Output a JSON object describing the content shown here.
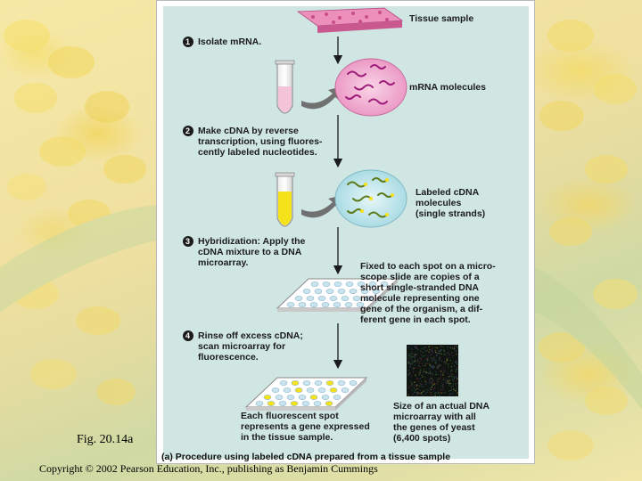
{
  "figure_label": "Fig. 20.14a",
  "copyright": "Copyright © 2002 Pearson Education, Inc., publishing as Benjamin Cummings",
  "caption": "(a) Procedure using labeled cDNA prepared from a tissue sample",
  "labels": {
    "tissue_sample": "Tissue sample",
    "mrna_molecules": "mRNA molecules",
    "labeled_cdna_1": "Labeled cDNA",
    "labeled_cdna_2": "molecules",
    "labeled_cdna_3": "(single strands)",
    "fixed_1": "Fixed to each spot on a micro-",
    "fixed_2": "scope slide are copies of a",
    "fixed_3": "short single-stranded DNA",
    "fixed_4": "molecule representing one",
    "fixed_5": "gene of the organism, a dif-",
    "fixed_6": "ferent gene in each spot.",
    "each_spot_1": "Each fluorescent spot",
    "each_spot_2": "represents a gene expressed",
    "each_spot_3": "in the tissue sample.",
    "size_1": "Size of an actual DNA",
    "size_2": "microarray with all",
    "size_3": "the genes of yeast",
    "size_4": "(6,400 spots)"
  },
  "steps": [
    {
      "number": "1",
      "lines": [
        "Isolate mRNA."
      ]
    },
    {
      "number": "2",
      "lines": [
        "Make cDNA by reverse",
        "transcription, using fluores-",
        "cently labeled nucleotides."
      ]
    },
    {
      "number": "3",
      "lines": [
        "Hybridization: Apply the",
        "cDNA mixture to a DNA",
        "microarray."
      ]
    },
    {
      "number": "4",
      "lines": [
        "Rinse off excess cDNA;",
        "scan microarray for",
        "fluorescence."
      ]
    }
  ],
  "colors": {
    "panel_bg": "#cfe6e3",
    "mrna_color": "#b0248a",
    "cell_fill": "#f3b6d3",
    "cdna_circle": "#d2eef2",
    "cdna_strand": "#5f7a1a",
    "fluor_yellow": "#f4e21a",
    "arrow_gray": "#6d6d6d"
  }
}
